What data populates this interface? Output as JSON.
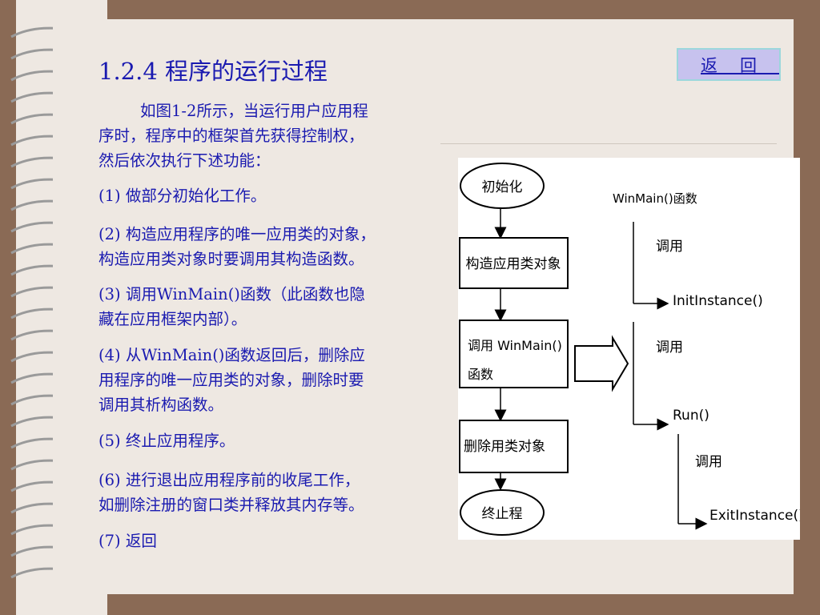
{
  "slide": {
    "title": "1.2.4 程序的运行过程",
    "back_button": "返回",
    "paragraphs": [
      "如图1-2所示，当运行用户应用程",
      "序时，程序中的框架首先获得控制权，",
      "然后依次执行下述功能：",
      "(1) 做部分初始化工作。",
      "(2) 构造应用程序的唯一应用类的对象，",
      "构造应用类对象时要调用其构造函数。",
      "(3) 调用WinMain()函数（此函数也隐",
      "藏在应用框架内部）。",
      "(4) 从WinMain()函数返回后，删除应",
      "用程序的唯一应用类的对象，删除时要",
      "调用其析构函数。",
      "(5) 终止应用程序。",
      "(6) 进行退出应用程序前的收尾工作，",
      "如删除注册的窗口类并释放其内存等。",
      "(7) 返回"
    ]
  },
  "figure": {
    "nodes": {
      "init": "初始化",
      "construct": "构造应用类对象",
      "call_winmain": "调用 WinMain()",
      "call_winmain_2": "函数",
      "delete": "删除用类对象",
      "end": "终止程"
    },
    "right": {
      "winmain": "WinMain()函数",
      "call1": "调用",
      "initinstance": "InitInstance()",
      "call2": "调用",
      "run": "Run()",
      "call3": "调用",
      "exitinstance": "ExitInstance()"
    }
  }
}
